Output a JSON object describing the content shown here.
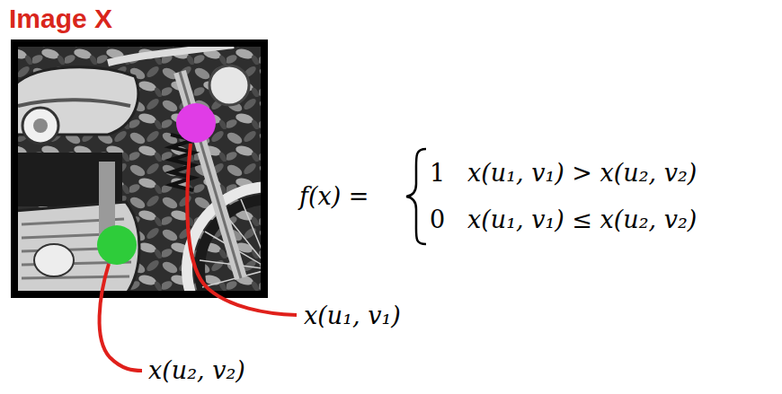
{
  "diagram": {
    "title": "Image X",
    "labels": [
      "f(x) =",
      "1",
      "x(u₁, v₁) > x(u₂, v₂)",
      "0",
      "x(u₁, v₁) ≤ x(u₂, v₂)",
      "x(u₁, v₁)",
      "x(u₂, v₂)"
    ]
  }
}
